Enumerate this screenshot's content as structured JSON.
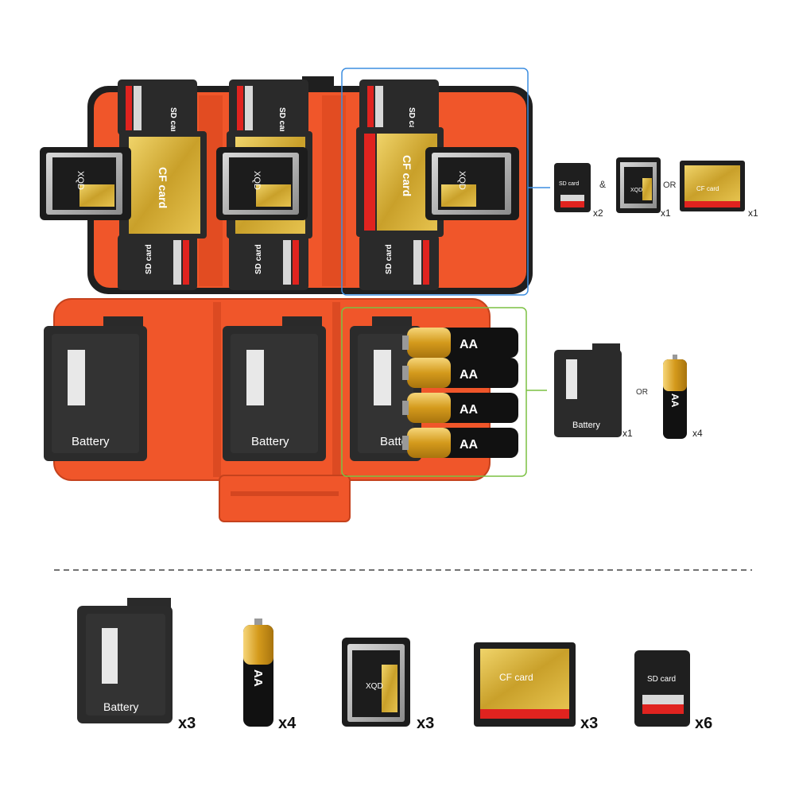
{
  "labels": {
    "sd": "SD card",
    "cf": "CF card",
    "xqd": "XQD",
    "battery": "Battery",
    "aa": "AA",
    "and": "&",
    "or": "OR"
  },
  "top_group": {
    "sd_qty": "x2",
    "xqd_qty": "x1",
    "cf_qty": "x1"
  },
  "battery_group": {
    "battery_qty": "x1",
    "aa_qty": "x4"
  },
  "summary": [
    {
      "item": "Battery",
      "qty": "x3"
    },
    {
      "item": "AA",
      "qty": "x4"
    },
    {
      "item": "XQD",
      "qty": "x3"
    },
    {
      "item": "CF card",
      "qty": "x3"
    },
    {
      "item": "SD card",
      "qty": "x6"
    }
  ],
  "colors": {
    "case_orange": "#f0562a",
    "case_dark": "#2b2b2b",
    "card_gold": "#d9b43a",
    "card_red": "#e0231f",
    "blue_frame": "#3d8ee0",
    "green_frame": "#7bc142"
  }
}
